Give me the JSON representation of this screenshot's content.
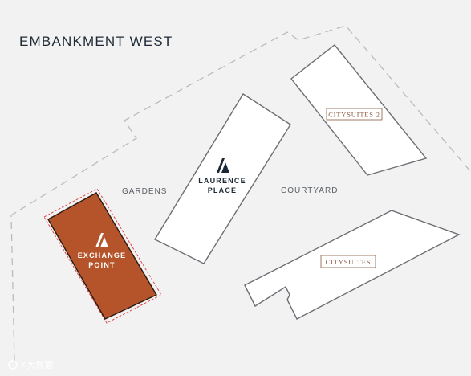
{
  "map": {
    "title": "EMBANKMENT WEST",
    "areas": {
      "gardens": "GARDENS",
      "courtyard": "COURTYARD"
    },
    "buildings": {
      "exchange_point": {
        "line1": "EXCHANGE",
        "line2": "POINT",
        "highlighted": true
      },
      "laurence_place": {
        "line1": "LAURENCE",
        "line2": "PLACE"
      },
      "citysuites_2": {
        "label": "CITYSUITES 2"
      },
      "citysuites": {
        "label": "CITYSUITES"
      }
    },
    "logo_icon": "stylized-a-logo-icon",
    "colors": {
      "background": "#f2f2f2",
      "building_fill": "#ffffff",
      "building_stroke": "#6b6f73",
      "highlight_fill": "#b5532a",
      "highlight_stroke": "#2a1a12",
      "highlight_outline": "#e0464c",
      "boundary": "#b9bcbf",
      "dark_text": "#1d2a36",
      "citysuites_accent": "#8a5a40"
    },
    "watermark": "K大数据"
  }
}
